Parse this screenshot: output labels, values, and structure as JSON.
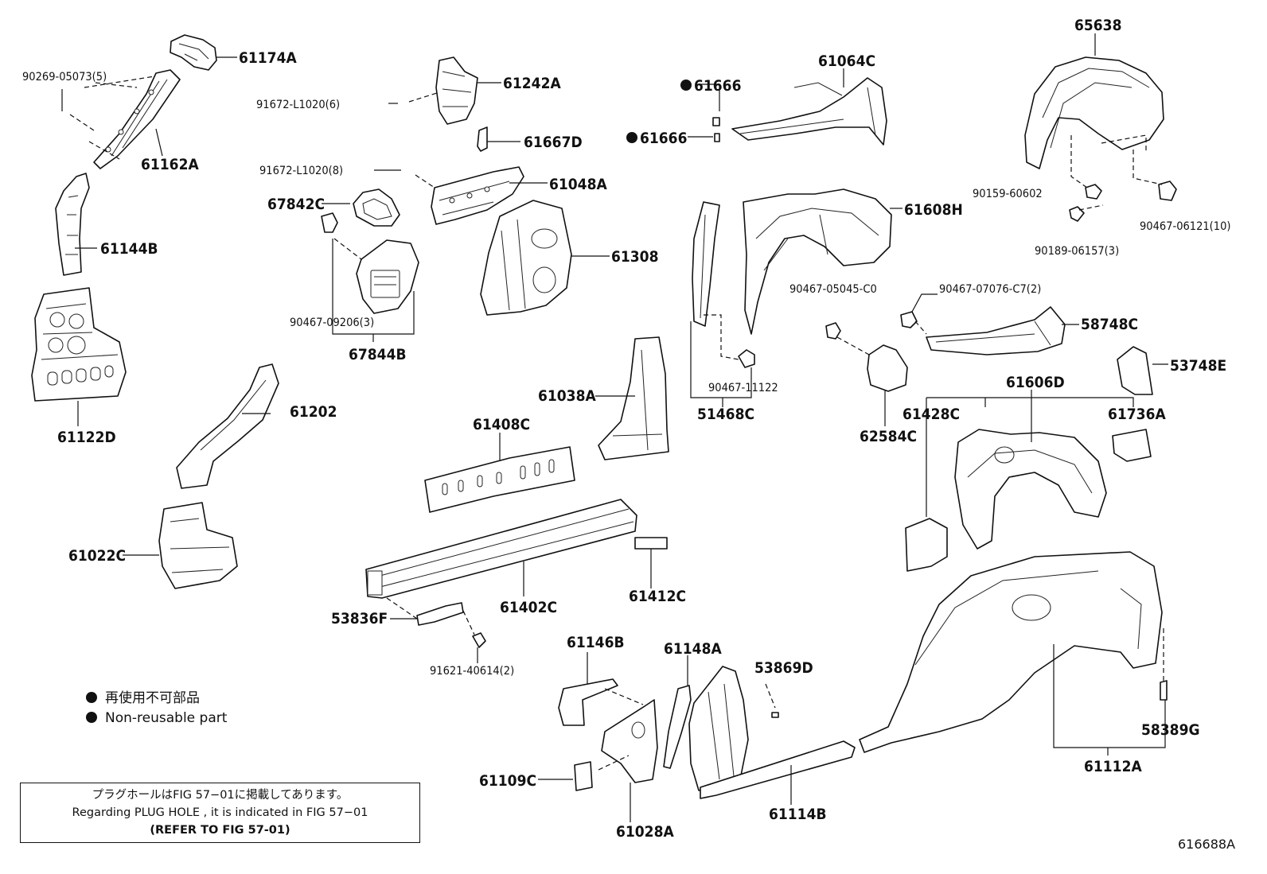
{
  "labels": {
    "p61174A": "61174A",
    "p90269": "90269-05073(5)",
    "p61162A": "61162A",
    "p61144B": "61144B",
    "p61122D": "61122D",
    "p91672a": "91672-L1020(6)",
    "p61242A": "61242A",
    "p61667D": "61667D",
    "p91672b": "91672-L1020(8)",
    "p61048A": "61048A",
    "p67842C": "67842C",
    "p61308": "61308",
    "p90467_09206": "90467-09206(3)",
    "p67844B": "67844B",
    "p61666a": "61666",
    "p61666b": "61666",
    "p61064C": "61064C",
    "p65638": "65638",
    "p90159": "90159-60602",
    "p90467_06121": "90467-06121(10)",
    "p90189": "90189-06157(3)",
    "p61608H": "61608H",
    "p90467_05045": "90467-05045-C0",
    "p90467_07076": "90467-07076-C7(2)",
    "p58748C": "58748C",
    "p53748E": "53748E",
    "p90467_11122": "90467-11122",
    "p51468C": "51468C",
    "p62584C": "62584C",
    "p61606D": "61606D",
    "p61428C": "61428C",
    "p61736A": "61736A",
    "p61202": "61202",
    "p61038A": "61038A",
    "p61408C": "61408C",
    "p61022C": "61022C",
    "p61402C": "61402C",
    "p61412C": "61412C",
    "p53836F": "53836F",
    "p91621": "91621-40614(2)",
    "p61146B": "61146B",
    "p61148A": "61148A",
    "p53869D": "53869D",
    "p58389G": "58389G",
    "p61112A": "61112A",
    "p61109C": "61109C",
    "p61028A": "61028A",
    "p61114B": "61114B"
  },
  "legend": {
    "line_ja": "再使用不可部品",
    "line_en": "Non-reusable part"
  },
  "note": {
    "line_ja": "プラグホールはFIG 57−01に掲載してあります。",
    "line_en": "Regarding  PLUG  HOLE , it is indicated in FIG  57−01",
    "line_ref": "(REFER TO FIG 57-01)"
  },
  "figure_code": "616688A"
}
